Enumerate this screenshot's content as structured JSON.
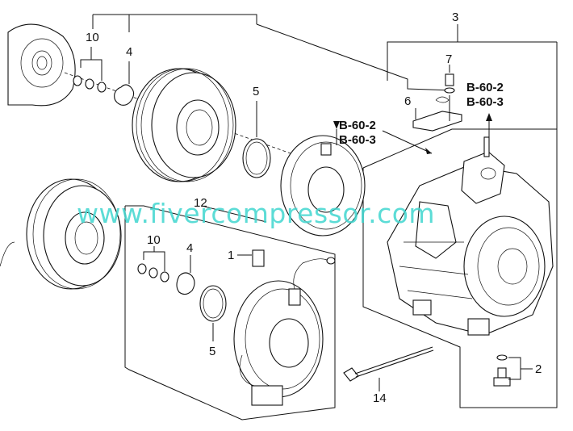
{
  "callouts": {
    "c1": "1",
    "c2": "2",
    "c3": "3",
    "c4_top": "4",
    "c4_bottom": "4",
    "c5_top": "5",
    "c5_bottom": "5",
    "c6": "6",
    "c7": "7",
    "c10_top": "10",
    "c10_bottom": "10",
    "c12": "12",
    "c14": "14"
  },
  "references": {
    "ref_a_line1": "B-60-2",
    "ref_a_line2": "B-60-3",
    "ref_b_line1": "B-60-2",
    "ref_b_line2": "B-60-3"
  },
  "watermark": "www.fivercompressor.com",
  "colors": {
    "watermark": "#3fd6cf",
    "lines": "#111111"
  }
}
